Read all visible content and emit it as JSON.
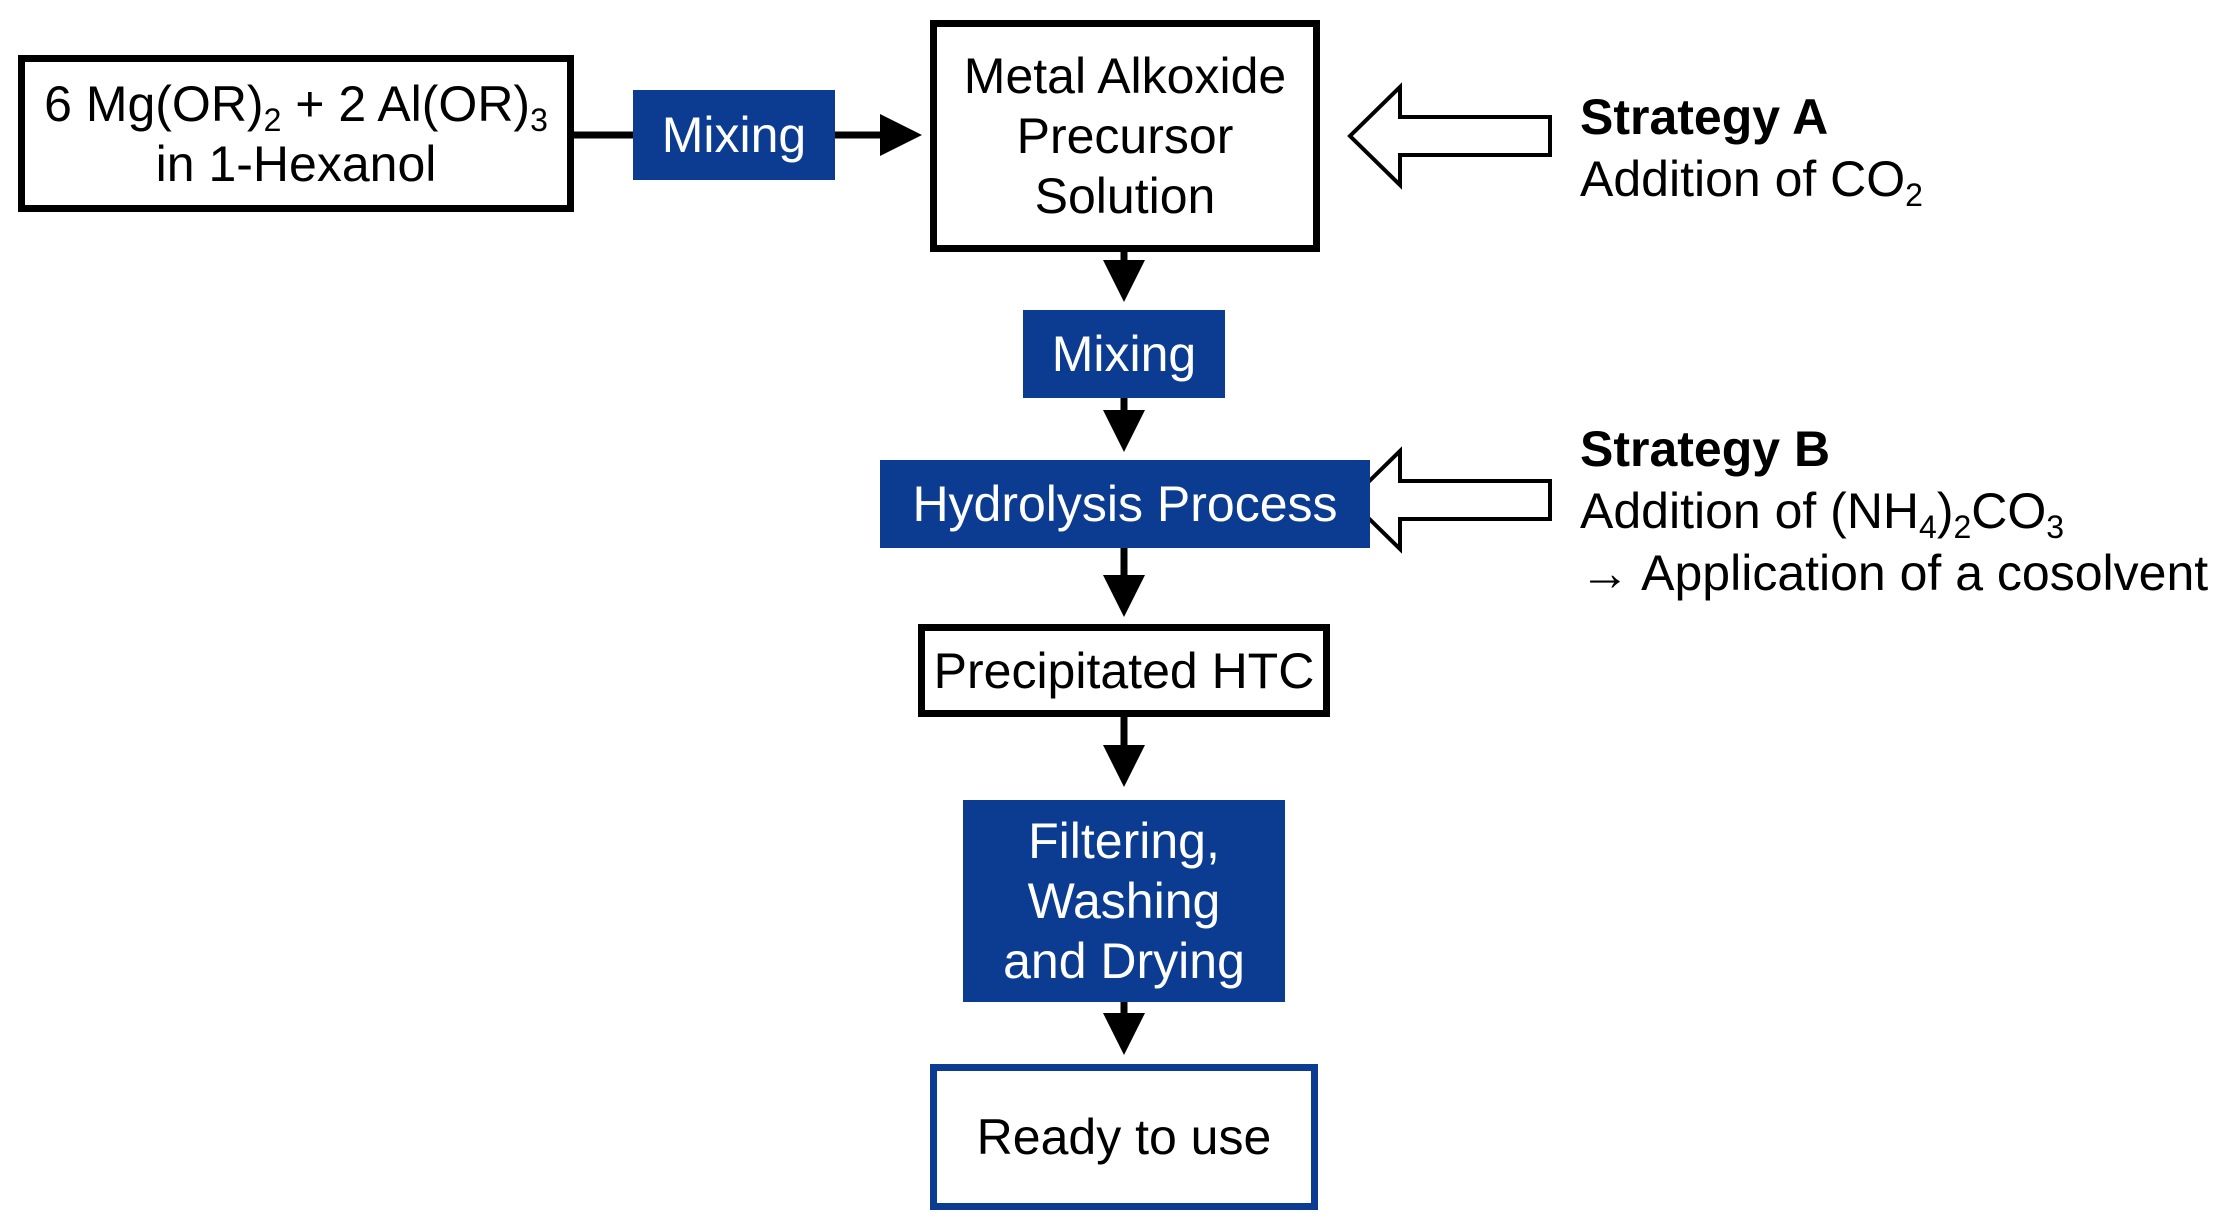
{
  "input": {
    "line1_parts": [
      "6 Mg(OR)",
      "2",
      " + 2 Al(OR)",
      "3"
    ],
    "line2": "in 1-Hexanol"
  },
  "mixing_top": "Mixing",
  "precursor": {
    "line1": "Metal Alkoxide",
    "line2": "Precursor",
    "line3": "Solution"
  },
  "mixing_middle": "Mixing",
  "hydrolysis": "Hydrolysis Process",
  "precipitated": "Precipitated HTC",
  "filtering": {
    "line1": "Filtering,",
    "line2": "Washing",
    "line3": "and Drying"
  },
  "ready": "Ready to use",
  "strategy_a": {
    "title": "Strategy A",
    "text_parts": [
      "Addition of CO",
      "2"
    ]
  },
  "strategy_b": {
    "title": "Strategy B",
    "text_parts": [
      "Addition of (NH",
      "4",
      ")",
      "2",
      "CO",
      "3"
    ],
    "line3": "→ Application of a cosolvent"
  },
  "colors": {
    "accent_blue": "#0b3c91",
    "line": "#000000",
    "background": "#ffffff"
  }
}
